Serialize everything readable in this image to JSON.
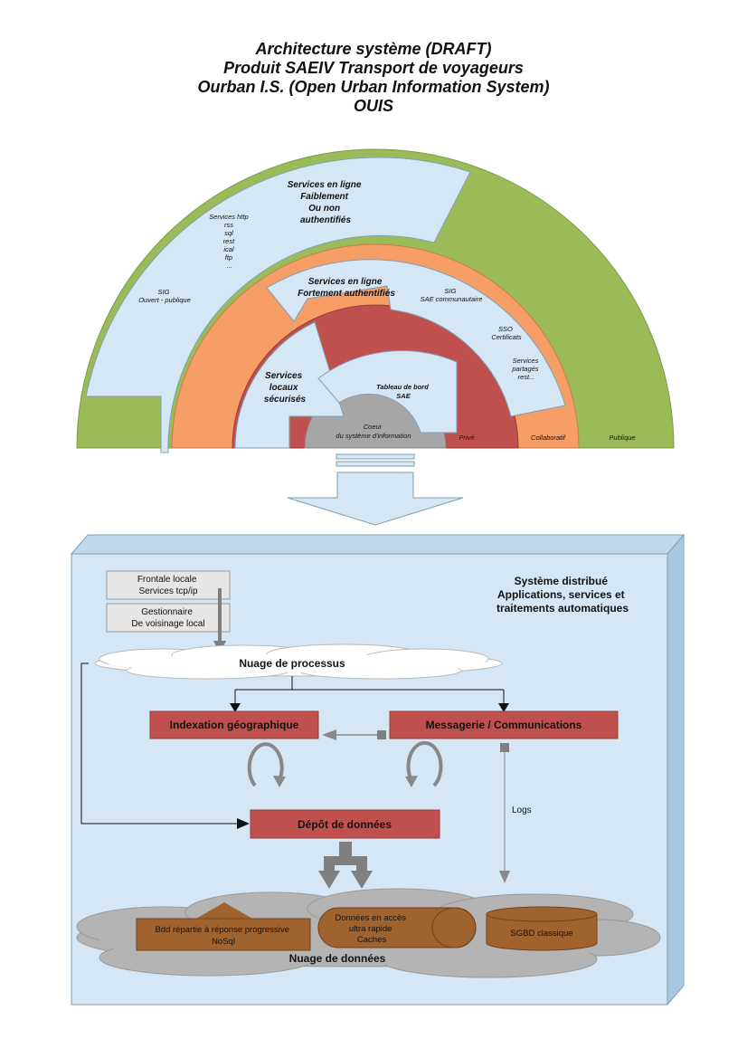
{
  "title": {
    "line1": "Architecture système (DRAFT)",
    "line2": "Produit SAEIV Transport de voyageurs",
    "line3": "Ourban I.S. (Open Urban Information System)",
    "line4": "OUIS"
  },
  "colors": {
    "publique": "#9bbb59",
    "collaboratif": "#f79d66",
    "prive": "#c0504d",
    "coeur": "#a6a6a6",
    "panel": "#d5e7f4",
    "box_red": "#c0504d",
    "box_brown": "#a0632e",
    "cloud": "#b4b4b4"
  },
  "top": {
    "outer": {
      "title": [
        "Services en ligne",
        "Faiblement",
        "Ou non",
        "authentifiés"
      ],
      "list": [
        "Services http",
        "rss",
        "sql",
        "rest",
        "ical",
        "ftp",
        "..."
      ],
      "sig": [
        "SIG",
        "Ouvert - publique"
      ],
      "zone": "Publique"
    },
    "middle": {
      "title": [
        "Services en ligne",
        "Fortement authentifiés"
      ],
      "sig": [
        "SIG",
        "SAE communautaire"
      ],
      "sso": [
        "SSO",
        "Certificats"
      ],
      "shared": [
        "Services",
        "partagés",
        "rest..."
      ],
      "zone": "Collaboratif"
    },
    "inner": {
      "local": [
        "Services",
        "locaux",
        "sécurisés"
      ],
      "board": [
        "Tableau de bord",
        "SAE"
      ],
      "zone": "Privé"
    },
    "core": [
      "Coeur",
      "du système d'information"
    ]
  },
  "bottom": {
    "system": [
      "Système distribué",
      "Applications, services et",
      "traitements automatiques"
    ],
    "frontale": [
      "Frontale locale",
      "Services tcp/ip"
    ],
    "gestionnaire": [
      "Gestionnaire",
      "De voisinage local"
    ],
    "nuage_processus": "Nuage de processus",
    "indexation": "Indexation géographique",
    "messagerie": "Messagerie / Communications",
    "depot": "Dépôt de données",
    "logs": "Logs",
    "bdd": [
      "Bdd répartie à réponse progressive",
      "NoSql"
    ],
    "donnees": [
      "Données en accès",
      "ultra rapide",
      "Caches"
    ],
    "sgbd": "SGBD classique",
    "nuage_donnees": "Nuage de données"
  }
}
